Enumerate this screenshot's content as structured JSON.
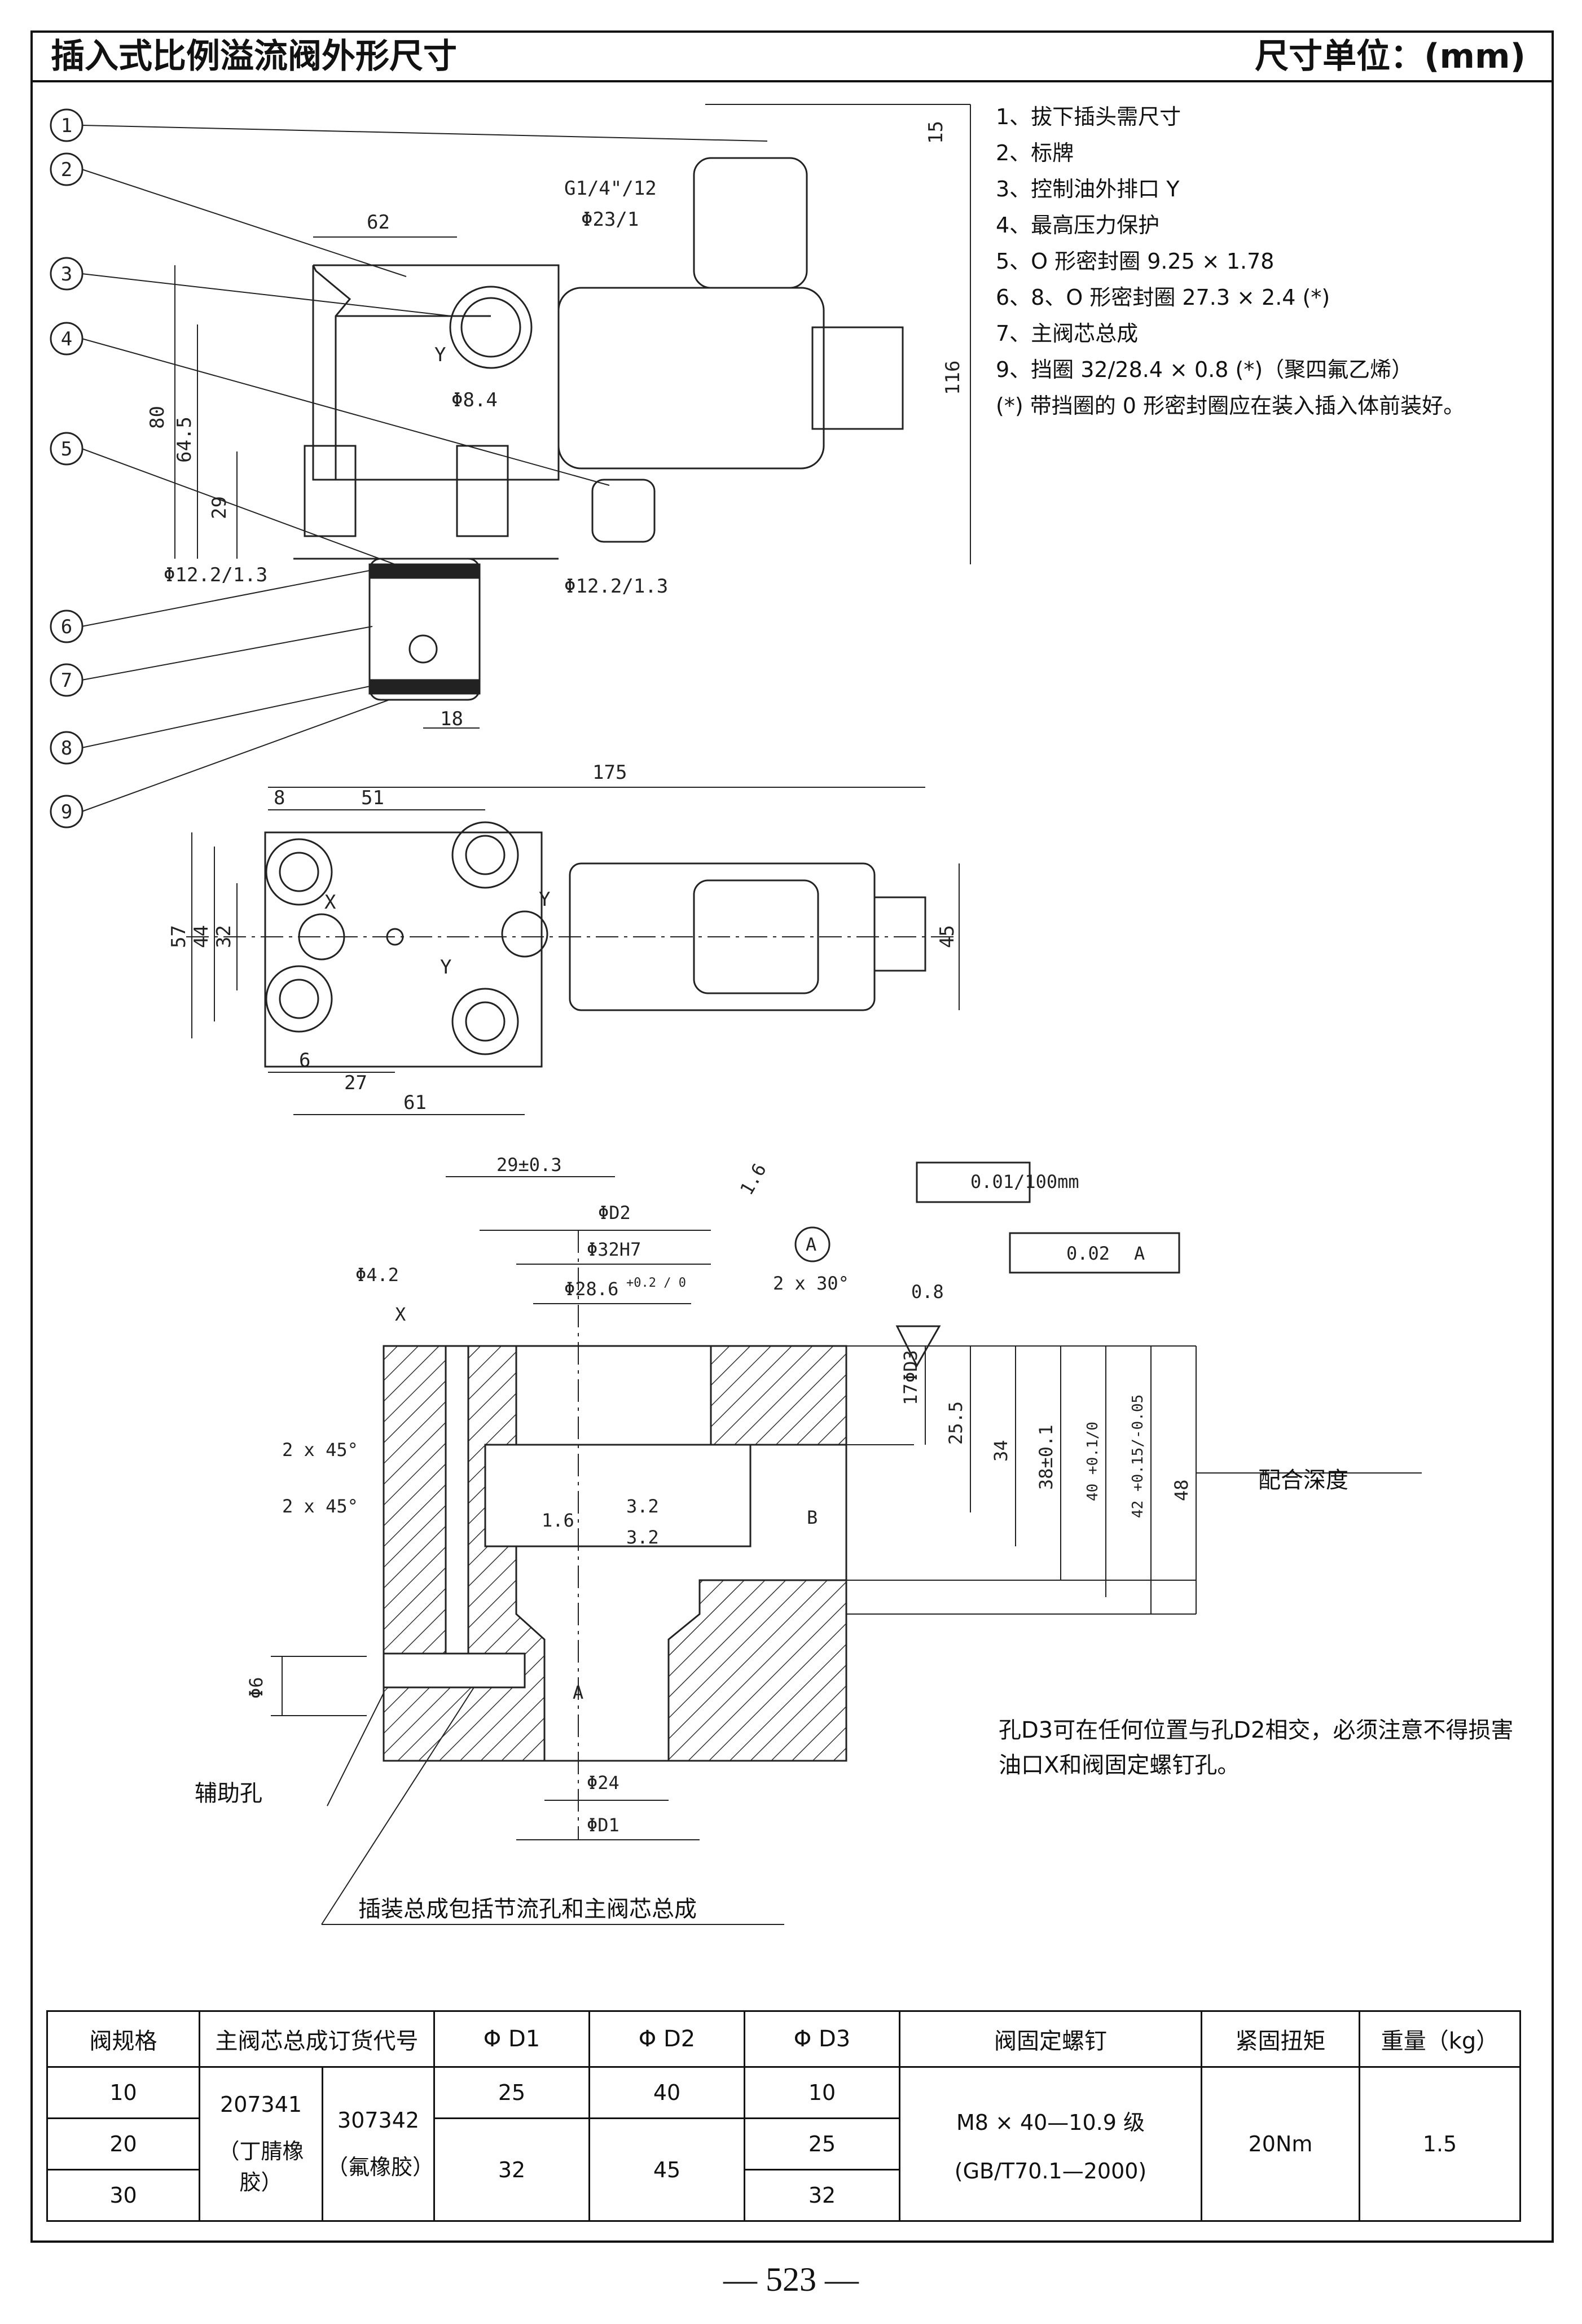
{
  "header": {
    "title": "插入式比例溢流阀外形尺寸",
    "unit": "尺寸单位：(mm)"
  },
  "notes": [
    "1、拔下插头需尺寸",
    "2、标牌",
    "3、控制油外排口 Y",
    "4、最高压力保护",
    "5、O 形密封圈 9.25 × 1.78",
    "6、8、O 形密封圈 27.3 × 2.4 (*)",
    "7、主阀芯总成",
    "9、挡圈 32/28.4 × 0.8 (*)（聚四氟乙烯）",
    "(*) 带挡圈的 0 形密封圈应在装入插入体前装好。"
  ],
  "callouts": [
    "1",
    "2",
    "3",
    "4",
    "5",
    "6",
    "7",
    "8",
    "9"
  ],
  "view1_dims": {
    "d62": "62",
    "g": "G1/4\"/12",
    "d23": "Φ23/1",
    "y": "Y",
    "d84": "Φ8.4",
    "d80": "80",
    "d645": "64.5",
    "d29": "29",
    "d122": "Φ12.2/1.3",
    "d15": "15",
    "d116": "116",
    "d18": "18"
  },
  "view2_dims": {
    "d175": "175",
    "d8": "8",
    "d51": "51",
    "d57": "57",
    "d44": "44",
    "d32": "32",
    "d45": "45",
    "d6": "6",
    "d27": "27",
    "d61": "61",
    "x": "X",
    "y": "Y"
  },
  "section_dims": {
    "d29": "29±0.3",
    "dD2": "ΦD2",
    "d32h7": "Φ32H7",
    "d286": "Φ28.6",
    "tol": "+0.2 / 0",
    "d42": "Φ4.2",
    "x": "X",
    "d16a": "1.6",
    "circA": "A",
    "c2x30": "2 x 30°",
    "flat": "0.01/100mm",
    "perp": "0.02",
    "perpRef": "A",
    "r08": "0.8",
    "c2x45a": "2 x 45°",
    "c2x45b": "2 x 45°",
    "d16b": "1.6",
    "d32a": "3.2",
    "d32b": "3.2",
    "B": "B",
    "A": "A",
    "d6": "Φ6",
    "d24": "Φ24",
    "dD1": "ΦD1",
    "d17": "17",
    "dD3": "ΦD3",
    "d255": "25.5",
    "d34": "34",
    "d38": "38±0.1",
    "d40": "40 +0.1/0",
    "d42b": "42 +0.15/-0.05",
    "d48": "48"
  },
  "labels": {
    "mating_depth": "配合深度",
    "aux_hole": "辅助孔",
    "note_d3": "孔D3可在任何位置与孔D2相交，必须注意不得损害油口X和阀固定螺钉孔。",
    "assembly": "插装总成包括节流孔和主阀芯总成"
  },
  "table": {
    "headers": [
      "阀规格",
      "主阀芯总成订货代号",
      "Φ D1",
      "Φ D2",
      "Φ D3",
      "阀固定螺钉",
      "紧固扭矩",
      "重量（kg）"
    ],
    "sizes": [
      "10",
      "20",
      "30"
    ],
    "code1": "207341",
    "code1_note": "（丁腈橡胶）",
    "code2": "307342",
    "code2_note": "（氟橡胶）",
    "d1": [
      "25",
      "32"
    ],
    "d2": [
      "40",
      "45"
    ],
    "d3": [
      "10",
      "25",
      "32"
    ],
    "screw": "M8 × 40—10.9 级",
    "screw_std": "(GB/T70.1—2000)",
    "torque": "20Nm",
    "weight": "1.5"
  },
  "page_number": "— 523 —"
}
